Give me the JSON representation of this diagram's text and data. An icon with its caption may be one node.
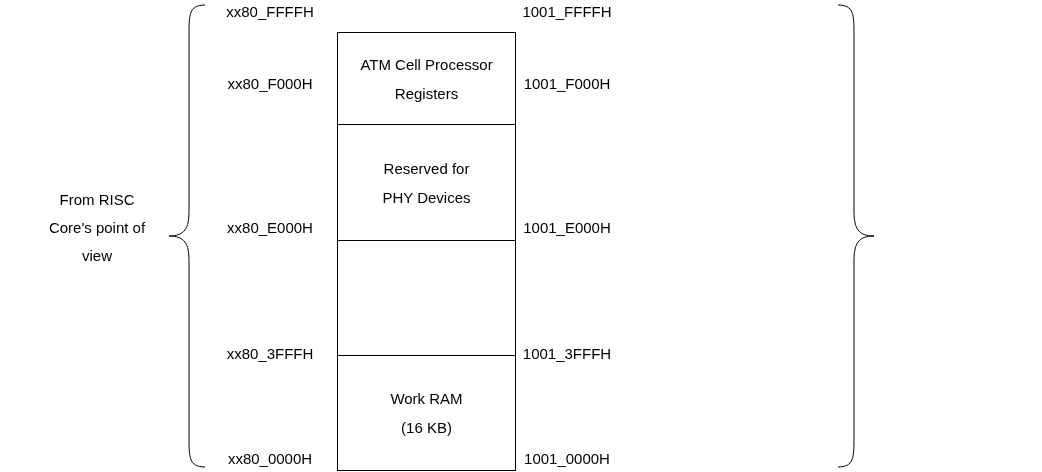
{
  "diagram": {
    "nodes": [
      {
        "text": [
          "ATM Cell Processor Registers"
        ]
      },
      {
        "text": [
          "Reserved for PHY Devices"
        ]
      },
      {
        "text": [],
        "shape": "box"
      },
      {
        "text": [
          "Work RAM (16 KB)"
        ]
      }
    ],
    "edges": [],
    "labels": [
      "xx80_FFFFH",
      "1001_FFFFH",
      "xx80_F000H",
      "1001_F000H",
      "From RISC Core's point of view",
      "xx80_E000H",
      "1001_E000H",
      "xx80_3FFFH",
      "1001_3FFFH",
      "xx80_0000H",
      "1001_0000H"
    ]
  }
}
